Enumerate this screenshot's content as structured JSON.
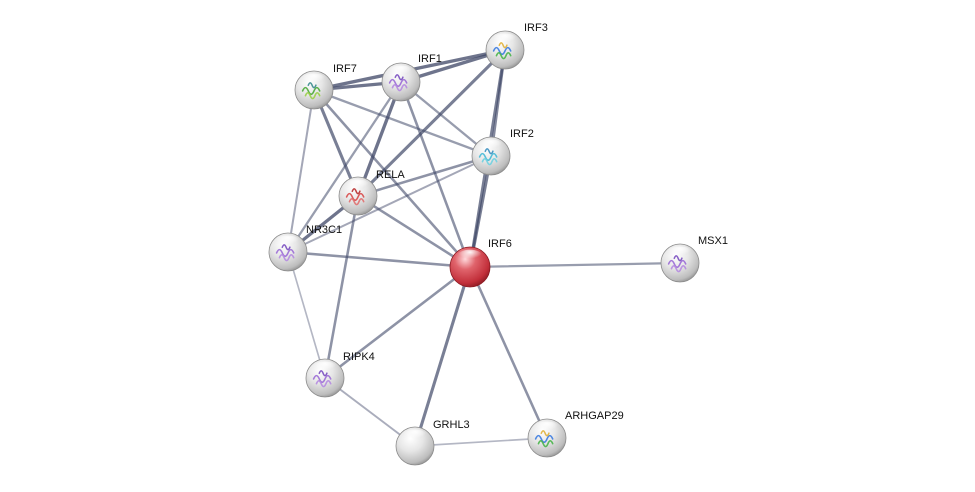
{
  "network": {
    "center_color": "#c9353f",
    "node_color": "#d8d8d8",
    "edge_color": "#3d4566",
    "nodes": [
      {
        "id": "IRF6",
        "label": "IRF6",
        "query": true,
        "icon": "structure-none"
      },
      {
        "id": "IRF3",
        "label": "IRF3",
        "query": false,
        "icon": "structure-multicolor"
      },
      {
        "id": "IRF1",
        "label": "IRF1",
        "query": false,
        "icon": "structure-purple"
      },
      {
        "id": "IRF7",
        "label": "IRF7",
        "query": false,
        "icon": "structure-green"
      },
      {
        "id": "IRF2",
        "label": "IRF2",
        "query": false,
        "icon": "structure-cyan"
      },
      {
        "id": "RELA",
        "label": "RELA",
        "query": false,
        "icon": "structure-red"
      },
      {
        "id": "NR3C1",
        "label": "NR3C1",
        "query": false,
        "icon": "structure-purple"
      },
      {
        "id": "MSX1",
        "label": "MSX1",
        "query": false,
        "icon": "structure-purple"
      },
      {
        "id": "RIPK4",
        "label": "RIPK4",
        "query": false,
        "icon": "structure-purple"
      },
      {
        "id": "GRHL3",
        "label": "GRHL3",
        "query": false,
        "icon": "structure-none"
      },
      {
        "id": "ARHGAP29",
        "label": "ARHGAP29",
        "query": false,
        "icon": "structure-multicolor"
      }
    ],
    "edges": [
      {
        "source": "IRF7",
        "target": "IRF1",
        "confidence": 0.9
      },
      {
        "source": "IRF7",
        "target": "IRF3",
        "confidence": 0.9
      },
      {
        "source": "IRF1",
        "target": "IRF3",
        "confidence": 0.9
      },
      {
        "source": "IRF7",
        "target": "IRF2",
        "confidence": 0.5
      },
      {
        "source": "IRF1",
        "target": "IRF2",
        "confidence": 0.5
      },
      {
        "source": "IRF3",
        "target": "IRF2",
        "confidence": 0.7
      },
      {
        "source": "IRF7",
        "target": "RELA",
        "confidence": 0.8
      },
      {
        "source": "IRF1",
        "target": "RELA",
        "confidence": 0.9
      },
      {
        "source": "IRF3",
        "target": "RELA",
        "confidence": 0.8
      },
      {
        "source": "IRF2",
        "target": "RELA",
        "confidence": 0.6
      },
      {
        "source": "IRF7",
        "target": "NR3C1",
        "confidence": 0.4
      },
      {
        "source": "IRF1",
        "target": "NR3C1",
        "confidence": 0.5
      },
      {
        "source": "IRF2",
        "target": "NR3C1",
        "confidence": 0.4
      },
      {
        "source": "RELA",
        "target": "NR3C1",
        "confidence": 0.9
      },
      {
        "source": "IRF6",
        "target": "IRF7",
        "confidence": 0.6
      },
      {
        "source": "IRF6",
        "target": "IRF1",
        "confidence": 0.6
      },
      {
        "source": "IRF6",
        "target": "IRF3",
        "confidence": 0.8
      },
      {
        "source": "IRF6",
        "target": "IRF2",
        "confidence": 0.8
      },
      {
        "source": "IRF6",
        "target": "RELA",
        "confidence": 0.6
      },
      {
        "source": "IRF6",
        "target": "NR3C1",
        "confidence": 0.6
      },
      {
        "source": "IRF6",
        "target": "MSX1",
        "confidence": 0.5
      },
      {
        "source": "IRF6",
        "target": "RIPK4",
        "confidence": 0.6
      },
      {
        "source": "IRF6",
        "target": "GRHL3",
        "confidence": 0.8
      },
      {
        "source": "IRF6",
        "target": "ARHGAP29",
        "confidence": 0.6
      },
      {
        "source": "RELA",
        "target": "RIPK4",
        "confidence": 0.6
      },
      {
        "source": "NR3C1",
        "target": "RIPK4",
        "confidence": 0.25
      },
      {
        "source": "RIPK4",
        "target": "GRHL3",
        "confidence": 0.35
      },
      {
        "source": "GRHL3",
        "target": "ARHGAP29",
        "confidence": 0.25
      }
    ]
  }
}
